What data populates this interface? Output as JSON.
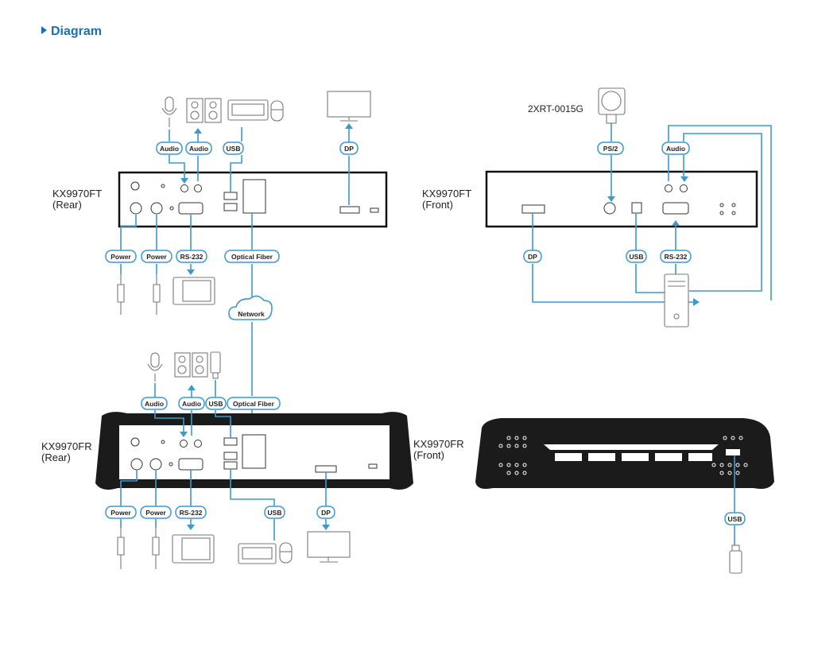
{
  "header": {
    "title": "Diagram",
    "accent": "#1a6fb5"
  },
  "colors": {
    "link": "#3a9ad0",
    "device_outline": "#111111",
    "frame": "#1b1b1b"
  },
  "devices": {
    "ft_rear": {
      "name": "KX9970FT",
      "side": "(Rear)"
    },
    "ft_front": {
      "name": "KX9970FT",
      "side": "(Front)"
    },
    "fr_rear": {
      "name": "KX9970FR",
      "side": "(Rear)"
    },
    "fr_front": {
      "name": "KX9970FR",
      "side": "(Front)"
    }
  },
  "peripherals": {
    "bracket_model": "2XRT-0015G",
    "network": "Network"
  },
  "labels": {
    "ft_rear": {
      "audio_in": "Audio",
      "audio_out": "Audio",
      "usb": "USB",
      "dp": "DP",
      "power1": "Power",
      "power2": "Power",
      "rs232": "RS-232",
      "fiber": "Optical Fiber"
    },
    "ft_front": {
      "ps2": "PS/2",
      "audio": "Audio",
      "dp": "DP",
      "usb": "USB",
      "rs232": "RS-232"
    },
    "fr_rear": {
      "audio_in": "Audio",
      "audio_out": "Audio",
      "usb_top": "USB",
      "fiber": "Optical Fiber",
      "power1": "Power",
      "power2": "Power",
      "rs232": "RS-232",
      "usb_bottom": "USB",
      "dp": "DP"
    },
    "fr_front": {
      "usb": "USB"
    }
  }
}
